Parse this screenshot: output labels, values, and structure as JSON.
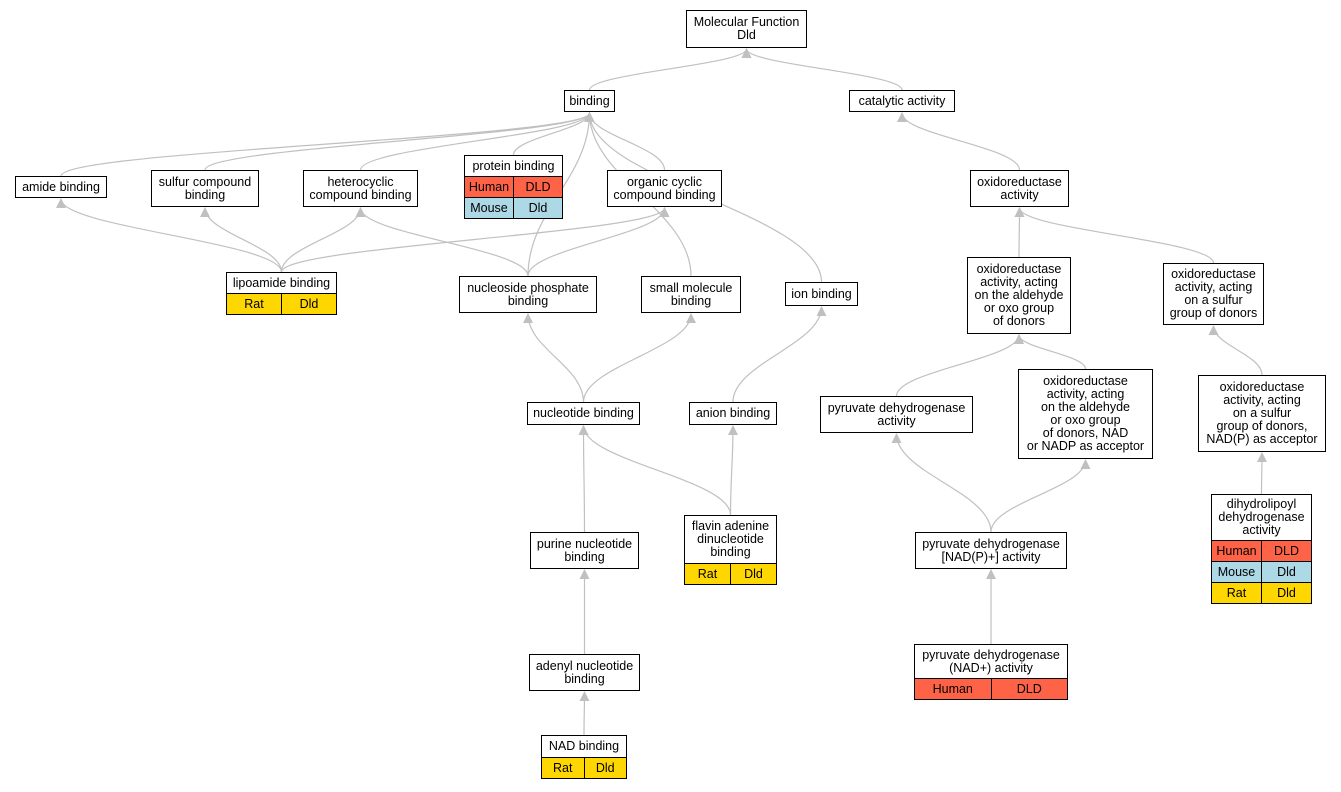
{
  "colors": {
    "edge": "#c0c0c0",
    "human": "#ff6347",
    "mouse": "#add8e6",
    "rat": "#ffd700"
  },
  "nodes": {
    "mf": {
      "label": "Molecular Function\nDld"
    },
    "binding": {
      "label": "binding"
    },
    "catalytic": {
      "label": "catalytic activity"
    },
    "amide": {
      "label": "amide binding"
    },
    "sulfur": {
      "label": "sulfur compound\nbinding"
    },
    "heterocyclic": {
      "label": "heterocyclic\ncompound binding"
    },
    "protein": {
      "label": "protein binding",
      "rows": [
        [
          "Human",
          "DLD",
          "human"
        ],
        [
          "Mouse",
          "Dld",
          "mouse"
        ]
      ]
    },
    "organic": {
      "label": "organic cyclic\ncompound binding"
    },
    "oxidoreductase": {
      "label": "oxidoreductase\nactivity"
    },
    "lipoamide": {
      "label": "lipoamide binding",
      "rows": [
        [
          "Rat",
          "Dld",
          "rat"
        ]
      ]
    },
    "nucleoside": {
      "label": "nucleoside phosphate\nbinding"
    },
    "smallmol": {
      "label": "small molecule\nbinding"
    },
    "ion": {
      "label": "ion binding"
    },
    "oxaldehyde": {
      "label": "oxidoreductase\nactivity, acting\non the aldehyde\nor oxo group\nof donors"
    },
    "oxsulfur": {
      "label": "oxidoreductase\nactivity, acting\non a sulfur\ngroup of donors"
    },
    "nucleotide": {
      "label": "nucleotide binding"
    },
    "anion": {
      "label": "anion binding"
    },
    "pdh": {
      "label": "pyruvate dehydrogenase\nactivity"
    },
    "oxaldnad": {
      "label": "oxidoreductase\nactivity, acting\non the aldehyde\nor oxo group\nof donors, NAD\nor NADP as acceptor"
    },
    "oxsulfnad": {
      "label": "oxidoreductase\nactivity, acting\non a sulfur\ngroup of donors,\nNAD(P) as acceptor"
    },
    "purine": {
      "label": "purine nucleotide\nbinding"
    },
    "fad": {
      "label": "flavin adenine\ndinucleotide\nbinding",
      "rows": [
        [
          "Rat",
          "Dld",
          "rat"
        ]
      ]
    },
    "pdhnadp": {
      "label": "pyruvate dehydrogenase\n[NAD(P)+] activity"
    },
    "dihydro": {
      "label": "dihydrolipoyl\ndehydrogenase\nactivity",
      "rows": [
        [
          "Human",
          "DLD",
          "human"
        ],
        [
          "Mouse",
          "Dld",
          "mouse"
        ],
        [
          "Rat",
          "Dld",
          "rat"
        ]
      ]
    },
    "adenyl": {
      "label": "adenyl nucleotide\nbinding"
    },
    "pdhnad": {
      "label": "pyruvate dehydrogenase\n(NAD+) activity",
      "rows": [
        [
          "Human",
          "DLD",
          "human"
        ]
      ]
    },
    "nad": {
      "label": "NAD binding",
      "rows": [
        [
          "Rat",
          "Dld",
          "rat"
        ]
      ]
    }
  },
  "edges": [
    [
      "binding",
      "mf"
    ],
    [
      "catalytic",
      "mf"
    ],
    [
      "amide",
      "binding"
    ],
    [
      "sulfur",
      "binding"
    ],
    [
      "heterocyclic",
      "binding"
    ],
    [
      "protein",
      "binding"
    ],
    [
      "organic",
      "binding"
    ],
    [
      "nucleoside",
      "binding"
    ],
    [
      "smallmol",
      "binding"
    ],
    [
      "ion",
      "binding"
    ],
    [
      "oxidoreductase",
      "catalytic"
    ],
    [
      "lipoamide",
      "amide"
    ],
    [
      "lipoamide",
      "sulfur"
    ],
    [
      "lipoamide",
      "heterocyclic"
    ],
    [
      "lipoamide",
      "organic"
    ],
    [
      "nucleoside",
      "heterocyclic"
    ],
    [
      "nucleoside",
      "organic"
    ],
    [
      "oxaldehyde",
      "oxidoreductase"
    ],
    [
      "oxsulfur",
      "oxidoreductase"
    ],
    [
      "nucleotide",
      "nucleoside"
    ],
    [
      "nucleotide",
      "smallmol"
    ],
    [
      "anion",
      "ion"
    ],
    [
      "pdh",
      "oxaldehyde"
    ],
    [
      "oxaldnad",
      "oxaldehyde"
    ],
    [
      "oxsulfnad",
      "oxsulfur"
    ],
    [
      "purine",
      "nucleotide"
    ],
    [
      "fad",
      "nucleotide"
    ],
    [
      "fad",
      "anion"
    ],
    [
      "pdhnadp",
      "pdh"
    ],
    [
      "pdhnadp",
      "oxaldnad"
    ],
    [
      "dihydro",
      "oxsulfnad"
    ],
    [
      "adenyl",
      "purine"
    ],
    [
      "pdhnad",
      "pdhnadp"
    ],
    [
      "nad",
      "adenyl"
    ]
  ]
}
